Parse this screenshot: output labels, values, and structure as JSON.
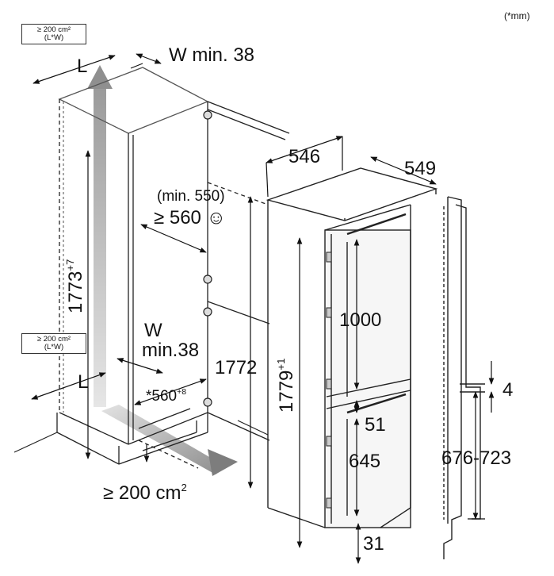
{
  "unit_note": "(*mm)",
  "vent_box_top": {
    "line1": "≥ 200 cm²",
    "line2": "(L*W)"
  },
  "vent_box_bottom": {
    "line1": "≥ 200 cm²",
    "line2": "(L*W)"
  },
  "labels": {
    "L_top": "L",
    "W_min_top": "W min. 38",
    "depth_546": "546",
    "width_549": "549",
    "min_550": "(min. 550)",
    "ge_560": "≥ 560 ☺",
    "niche_height": "1773",
    "niche_height_sup": "+7",
    "W_bottom": "W",
    "min38_bottom": "min.38",
    "L_bottom": "L",
    "width_560": "*560",
    "width_560_sup": "+8",
    "niche_1772": "1772",
    "appliance_height": "1779",
    "appliance_height_sup": "+1",
    "door_1000": "1000",
    "gap_51": "51",
    "door_645": "645",
    "bottom_31": "31",
    "plinth_vent": "≥ 200 cm",
    "plinth_vent_sup": "2",
    "gap_4": "4",
    "rail_range": "676-723"
  }
}
